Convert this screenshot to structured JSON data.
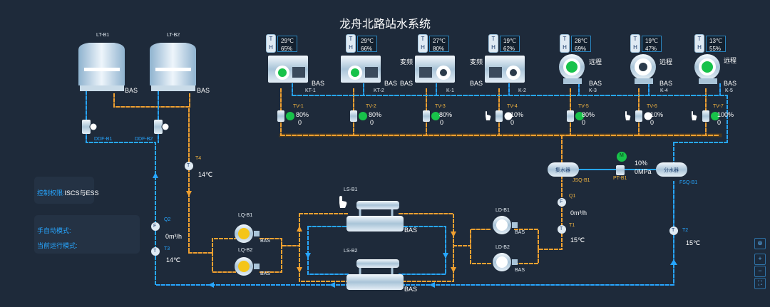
{
  "title": "龙舟北路站水系统",
  "towers": [
    {
      "id": "LT-B1",
      "bas": "BAS",
      "valve": "DDF-B1"
    },
    {
      "id": "LT-B2",
      "bas": "BAS",
      "valve": "DDF-B2"
    }
  ],
  "units": [
    {
      "id": "KT-1",
      "t": "29℃",
      "h": "65%",
      "mode": "",
      "bas": "BAS",
      "tv": "TV-1",
      "pct": "80%",
      "zero": "0"
    },
    {
      "id": "KT-2",
      "t": "29℃",
      "h": "66%",
      "mode": "",
      "bas": "BAS",
      "tv": "TV-2",
      "pct": "80%",
      "zero": "0"
    },
    {
      "id": "K-1",
      "t": "27℃",
      "h": "80%",
      "mode": "变频",
      "bas": "BAS",
      "tv": "TV-3",
      "pct": "80%",
      "zero": "0"
    },
    {
      "id": "K-2",
      "t": "19℃",
      "h": "62%",
      "mode": "变频",
      "bas": "BAS",
      "tv": "TV-4",
      "pct": "10%",
      "zero": "0"
    },
    {
      "id": "K-3",
      "t": "28℃",
      "h": "69%",
      "mode": "远程",
      "bas": "BAS",
      "tv": "TV-5",
      "pct": "80%",
      "zero": "0"
    },
    {
      "id": "K-4",
      "t": "19℃",
      "h": "47%",
      "mode": "远程",
      "bas": "BAS",
      "tv": "TV-6",
      "pct": "10%",
      "zero": "0"
    },
    {
      "id": "K-5",
      "t": "13℃",
      "h": "55%",
      "mode": "远程",
      "bas": "BAS",
      "tv": "TV-7",
      "pct": "100%",
      "zero": "0"
    }
  ],
  "th_letters": {
    "t": "T",
    "h": "H"
  },
  "sensors": {
    "t4": {
      "name": "T4",
      "value": "14℃"
    },
    "q2": {
      "name": "Q2",
      "value": "0m³/h"
    },
    "t3": {
      "name": "T3",
      "value": "14℃"
    },
    "q1": {
      "name": "Q1",
      "value": "0m³/h"
    },
    "t1": {
      "name": "T1",
      "value": "15℃"
    },
    "t2": {
      "name": "T2",
      "value": "15℃"
    },
    "f_letter": "F",
    "t_letter": "T"
  },
  "control": {
    "authority_label": "控制权限:",
    "authority_value": "ISCS与ESS",
    "auto_label": "手自动模式:",
    "run_label": "当前运行模式:"
  },
  "pumps": {
    "lq": [
      {
        "id": "LQ-B1",
        "bas": "BAS"
      },
      {
        "id": "LQ-B2",
        "bas": "BAS"
      }
    ],
    "ld": [
      {
        "id": "LD-B1",
        "bas": "BAS"
      },
      {
        "id": "LD-B2",
        "bas": "BAS"
      }
    ]
  },
  "chillers": [
    {
      "id": "LS-B1",
      "bas": "BAS"
    },
    {
      "id": "LS-B2",
      "bas": "BAS"
    }
  ],
  "collectors": {
    "ret": {
      "name": "集水器",
      "id": "JSQ-B1"
    },
    "sup": {
      "name": "分水器",
      "id": "FSQ-B1"
    }
  },
  "bypass": {
    "id": "PT-B1",
    "pct": "10%",
    "pressure": "0MPa",
    "motor": "M"
  },
  "colors": {
    "bg": "#1e2a3a",
    "pipe_blue": "#27a6ff",
    "pipe_orange": "#f0a030",
    "pipe_fill": "#4a3a22",
    "accent_green": "#18c24a"
  }
}
